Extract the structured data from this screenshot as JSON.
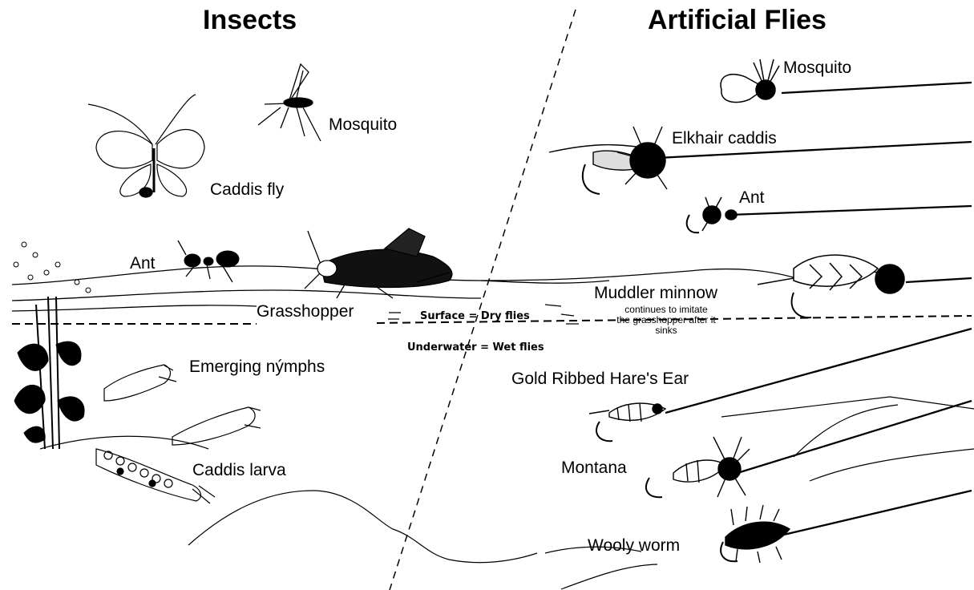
{
  "titles": {
    "left": "Insects",
    "right": "Artificial Flies"
  },
  "insects": {
    "mosquito": "Mosquito",
    "caddis_fly": "Caddis fly",
    "ant": "Ant",
    "grasshopper": "Grasshopper",
    "emerging_nymphs": "Emerging nýmphs",
    "caddis_larva": "Caddis larva"
  },
  "zones": {
    "surface": "Surface = Dry flies",
    "underwater": "Underwater = Wet flies"
  },
  "flies": {
    "mosquito": "Mosquito",
    "elkhair_caddis": "Elkhair caddis",
    "ant": "Ant",
    "muddler_minnow": "Muddler minnow",
    "muddler_note": [
      "continues to imitate",
      "the grasshopper after it",
      "sinks"
    ],
    "gold_ribbed": "Gold Ribbed Hare's Ear",
    "montana": "Montana",
    "wooly_worm": "Wooly worm"
  }
}
